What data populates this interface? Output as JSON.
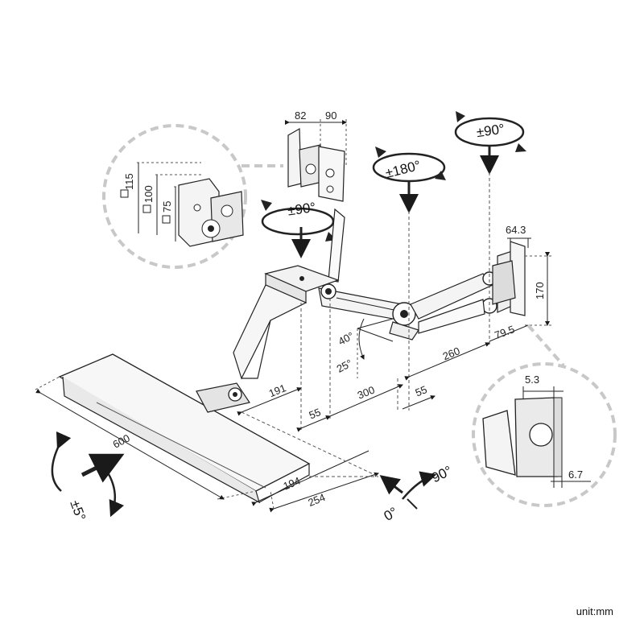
{
  "unit_label": "unit:mm",
  "rotation_labels": {
    "head_tilt": "±90°",
    "arm_swivel_180": "±180°",
    "wall_swivel": "±90°",
    "keyboard_tilt": "±5°",
    "keyboard_rot_0": "0°",
    "keyboard_rot_90": "90°",
    "arm_up": "40°",
    "arm_down": "25°"
  },
  "dimensions": {
    "head_width_82": "82",
    "head_width_90": "90",
    "wall_plate_width": "64.3",
    "wall_plate_height": "170",
    "wall_depth": "79.5",
    "arm_length_260": "260",
    "arm_length_300": "300",
    "offset_55_left": "55",
    "offset_55_right": "55",
    "tray_191": "191",
    "tray_width": "600",
    "tray_depth_194": "194",
    "tray_depth_254": "254"
  },
  "vesa_labels": {
    "v115": "115",
    "v100": "100",
    "v75": "75"
  },
  "detail_dimensions": {
    "clamp_5_3": "5.3",
    "clamp_6_7": "6.7"
  },
  "colors": {
    "line": "#1a1a1a",
    "dash": "#555555",
    "callout_circle": "#c8c8c8",
    "part_fill": "#f4f4f4"
  }
}
